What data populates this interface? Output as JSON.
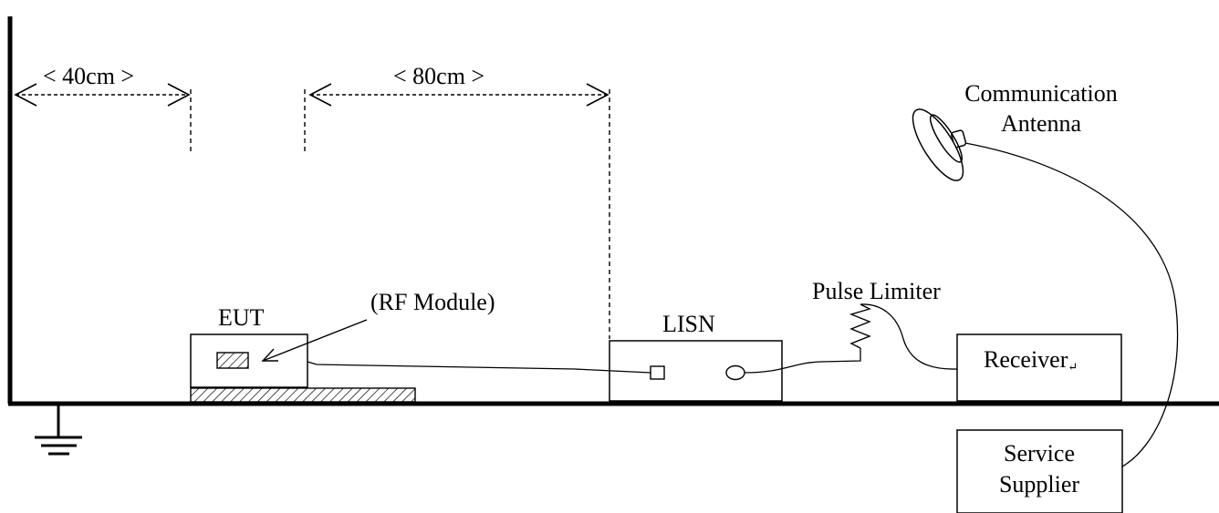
{
  "diagram": {
    "distances": {
      "wall_to_eut": "< 40cm >",
      "eut_to_lisn": "< 80cm >"
    },
    "eut": {
      "label": "EUT"
    },
    "rf_module": {
      "label": "(RF Module)"
    },
    "lisn": {
      "label": "LISN"
    },
    "pulse_limiter": {
      "label": "Pulse Limiter"
    },
    "receiver": {
      "label": "Receiver",
      "trailing_mark": "↵"
    },
    "antenna": {
      "label_line1": "Communication",
      "label_line2": "Antenna"
    },
    "service_supplier": {
      "label_line1": "Service",
      "label_line2": "Supplier"
    },
    "colors": {
      "line": "#000000",
      "background": "#ffffff"
    },
    "icons": [
      "ground-icon",
      "antenna-icon",
      "resistor-icon"
    ]
  }
}
